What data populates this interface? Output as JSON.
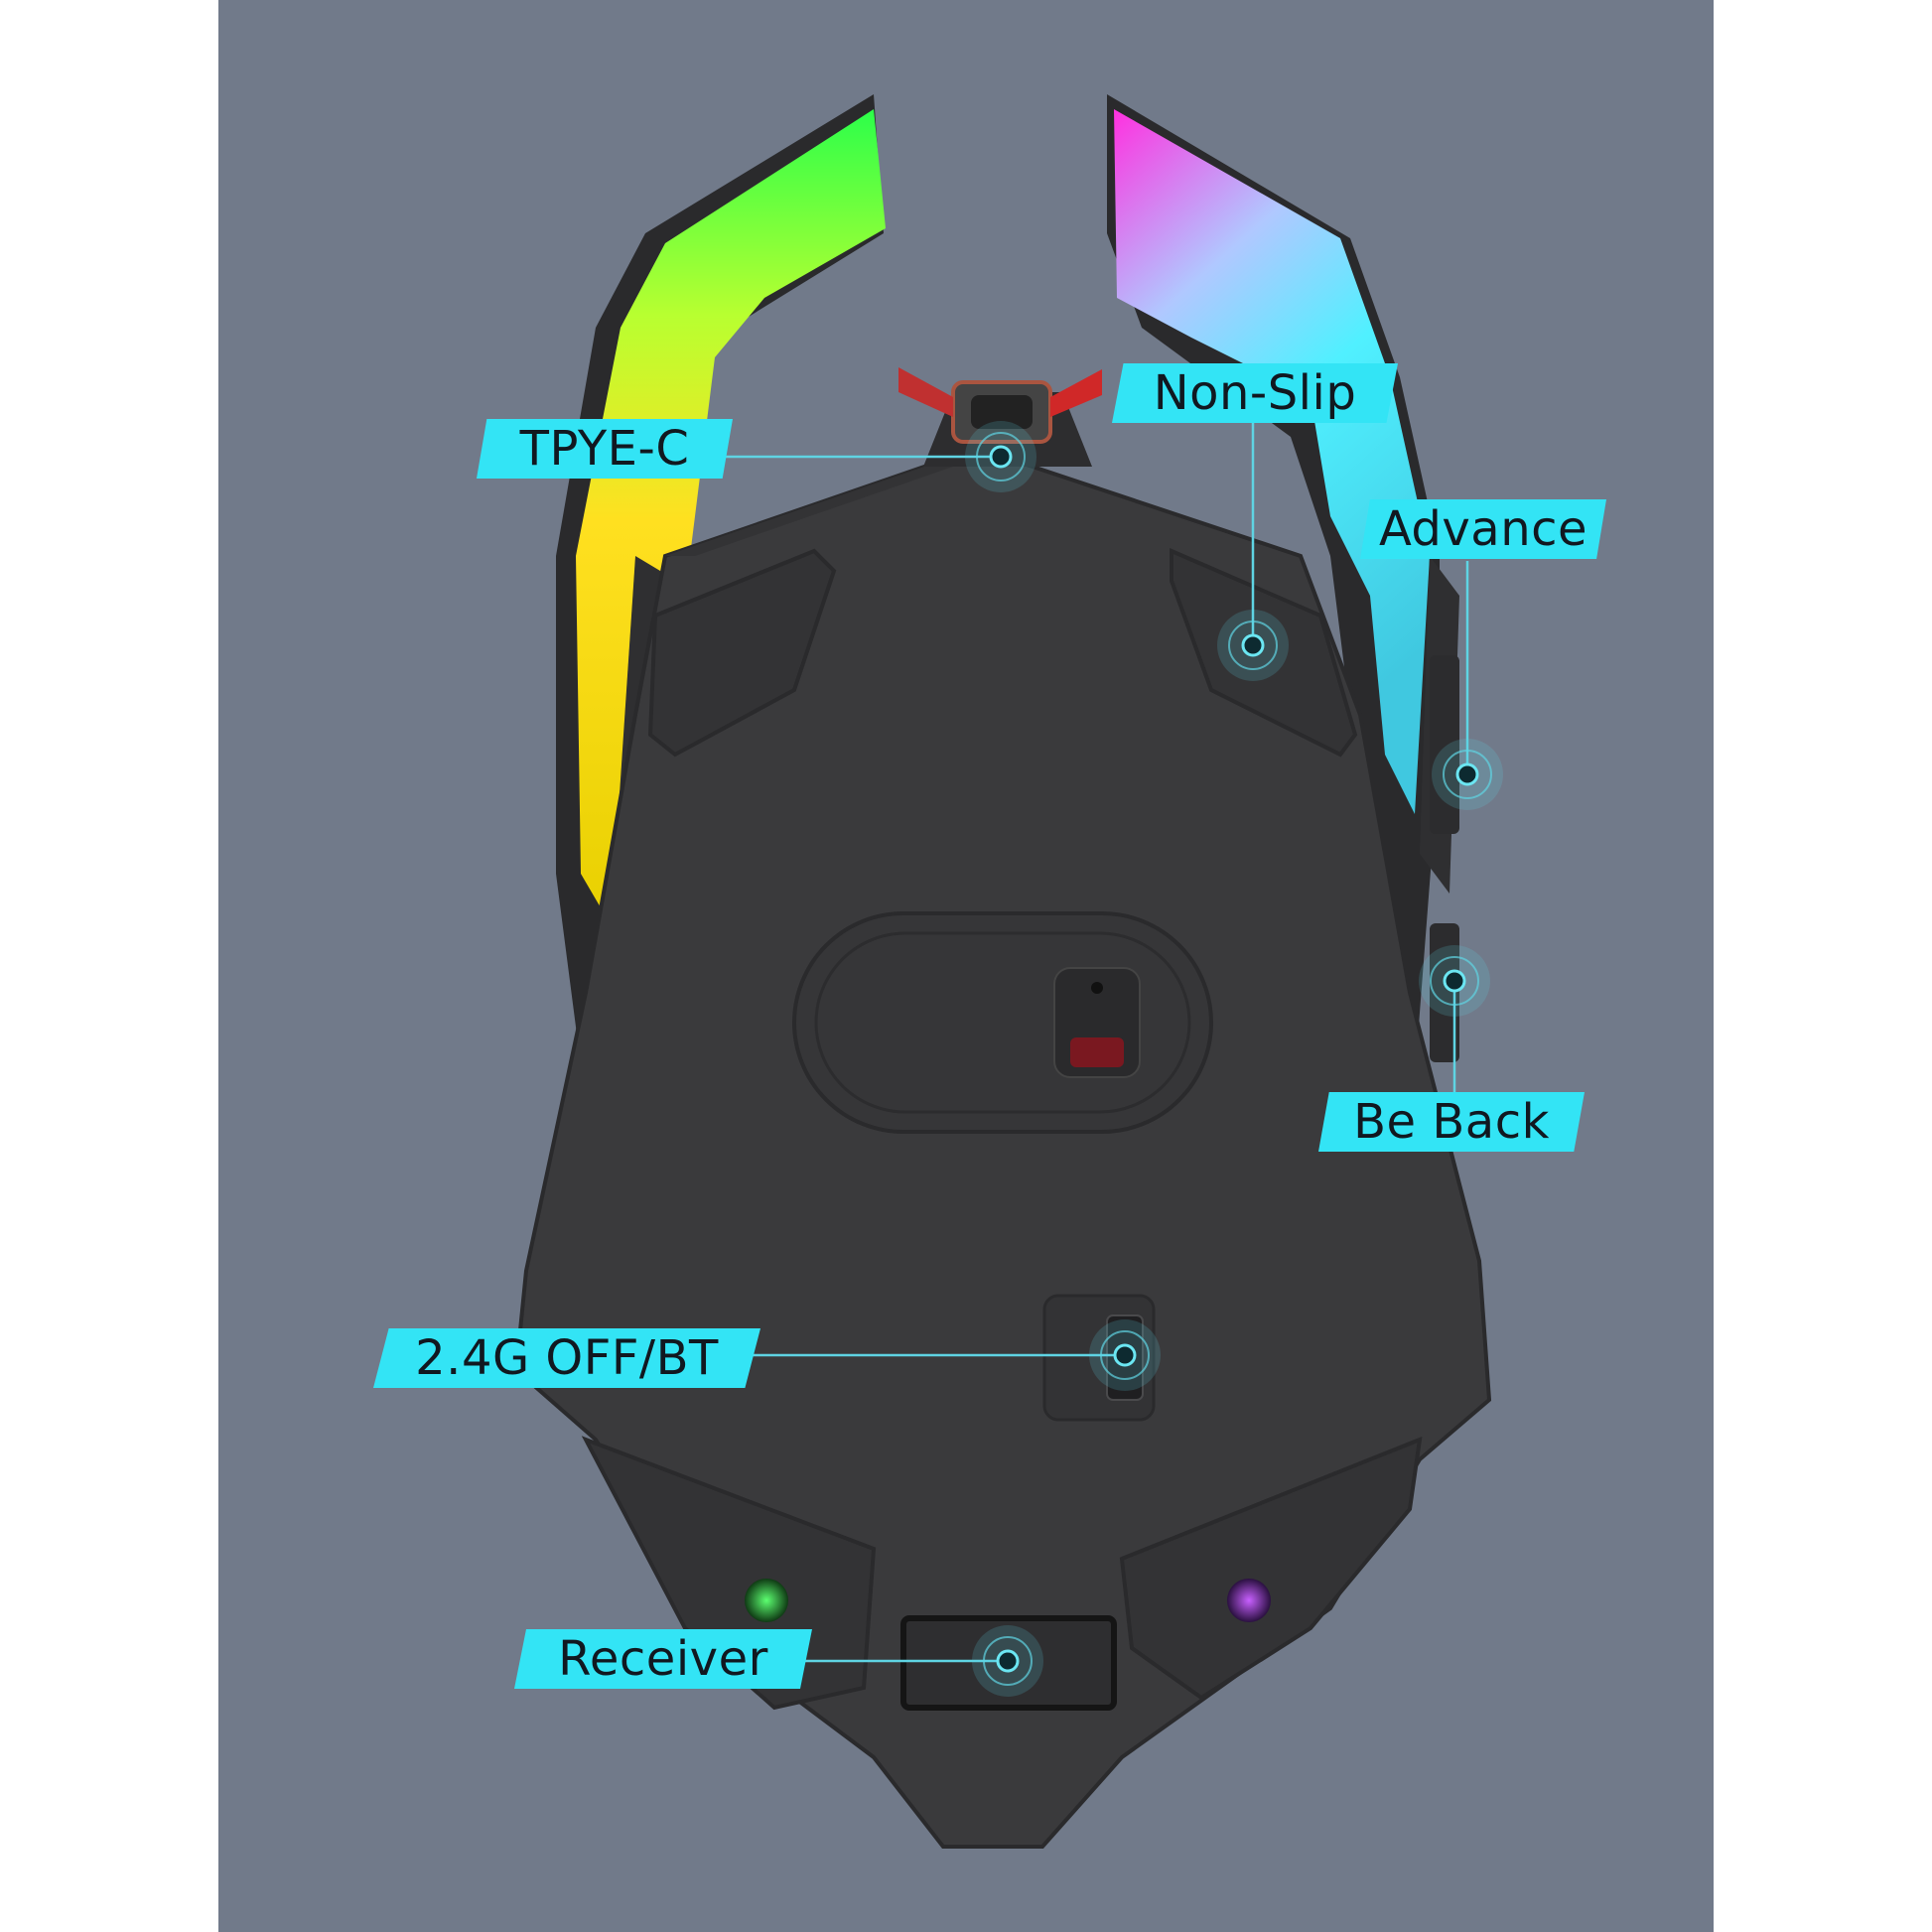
{
  "colors": {
    "background": "#717a8a",
    "mouse_body": "#3a3a3c",
    "callout_fill": "#33e4f5",
    "callout_text": "#111820",
    "leader_line": "#5fd4e3",
    "rgb_left_top": "#2cff4a",
    "rgb_left_bottom": "#ffe020",
    "rgb_right_top": "#ff30e0",
    "rgb_right_bottom": "#50f0ff"
  },
  "labels": {
    "type_c": "TPYE-C",
    "non_slip": "Non-Slip",
    "advance": "Advance",
    "be_back": "Be Back",
    "mode_switch": "2.4G OFF/BT",
    "receiver": "Receiver"
  },
  "icons": {
    "hotspot": "target-ring-icon"
  }
}
